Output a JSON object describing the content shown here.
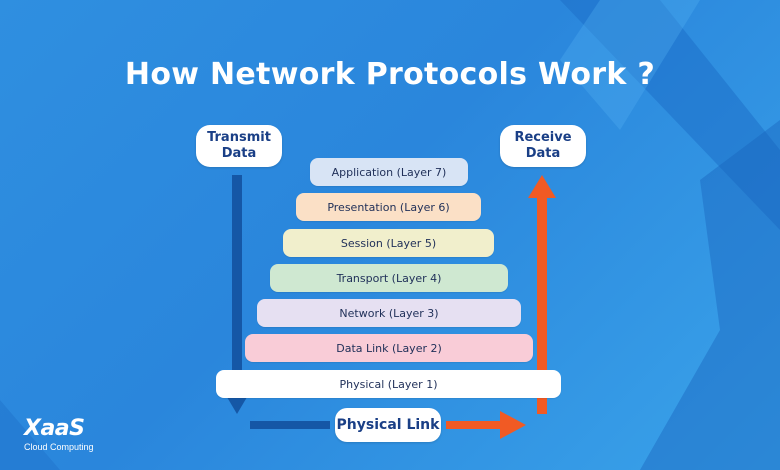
{
  "title": "How Network Protocols Work ?",
  "transmit": {
    "line1": "Transmit",
    "line2": "Data"
  },
  "receive": {
    "line1": "Receive",
    "line2": "Data"
  },
  "physical_link": "Physical Link",
  "layers": [
    {
      "label": "Application (Layer 7)",
      "color": "#d8e4f5"
    },
    {
      "label": "Presentation (Layer 6)",
      "color": "#fbe0c6"
    },
    {
      "label": "Session (Layer 5)",
      "color": "#f1efcc"
    },
    {
      "label": "Transport (Layer 4)",
      "color": "#cfe8d1"
    },
    {
      "label": "Network (Layer 3)",
      "color": "#e6e0f2"
    },
    {
      "label": "Data Link (Layer 2)",
      "color": "#f9ccd7"
    },
    {
      "label": "Physical (Layer 1)",
      "color": "#ffffff"
    }
  ],
  "colors": {
    "transmit_arrow": "#1557a6",
    "receive_arrow": "#f15a24",
    "pill_text": "#1a3f86"
  },
  "logo": {
    "mark": "XaaS",
    "subtitle": "Cloud Computing"
  }
}
